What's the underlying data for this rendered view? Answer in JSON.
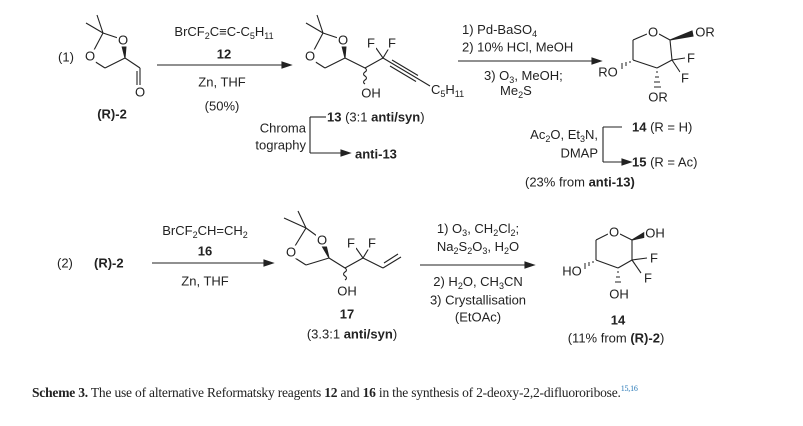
{
  "scheme1": {
    "label": "(1)",
    "start_label": [
      [
        "(R)-2",
        "b"
      ]
    ],
    "reagent": [
      [
        "BrCF",
        ""
      ],
      [
        "2",
        "s"
      ],
      [
        "C≡C-C",
        ""
      ],
      [
        "5",
        "s"
      ],
      [
        "H",
        ""
      ],
      [
        "11",
        "s"
      ]
    ],
    "reagent_number": "12",
    "conditions": "Zn, THF",
    "yield": "(50%)",
    "product_label": [
      [
        "13",
        "b"
      ],
      [
        " (3:1 ",
        ""
      ],
      [
        "anti/syn",
        "b"
      ],
      [
        ")",
        ""
      ]
    ],
    "chromatography": [
      "Chroma",
      "tography"
    ],
    "anti_label": "anti-13",
    "steps": [
      [
        [
          "1) Pd-BaSO",
          ""
        ],
        [
          "4",
          "s"
        ]
      ],
      [
        [
          "2) 10% HCl, MeOH",
          ""
        ]
      ],
      [
        [
          "3) O",
          ""
        ],
        [
          "3",
          "s"
        ],
        [
          ", MeOH;",
          ""
        ]
      ],
      [
        [
          "Me",
          ""
        ],
        [
          "2",
          "s"
        ],
        [
          "S",
          ""
        ]
      ]
    ],
    "acetylation": [
      [
        [
          "Ac",
          ""
        ],
        [
          "2",
          "s"
        ],
        [
          "O, Et",
          ""
        ],
        [
          "3",
          "s"
        ],
        [
          "N,",
          ""
        ]
      ],
      [
        [
          "DMAP",
          ""
        ]
      ]
    ],
    "final_14": [
      [
        "14",
        "b"
      ],
      [
        " (R = H)",
        ""
      ]
    ],
    "final_15": [
      [
        "15",
        "b"
      ],
      [
        " (R = Ac)",
        ""
      ]
    ],
    "overall_yield": [
      [
        "(23% from ",
        ""
      ],
      [
        "anti-13)",
        "b"
      ]
    ]
  },
  "atoms": {
    "aldehyde_2": [
      "O",
      "O",
      "O"
    ],
    "alkyne_13": [
      "O",
      "O",
      "F",
      "F",
      "OH"
    ],
    "alkyne_13_chain": [
      [
        "C",
        ""
      ],
      [
        "5",
        "s"
      ],
      [
        "H",
        ""
      ],
      [
        "11",
        "s"
      ]
    ],
    "pyranose_14_15": [
      "O",
      "OR",
      "F",
      "F",
      "RO",
      "OR"
    ],
    "alkene_17": [
      "O",
      "O",
      "F",
      "F",
      "OH"
    ],
    "pyranose_14": [
      "O",
      "OH",
      "F",
      "F",
      "HO",
      "OH"
    ]
  },
  "scheme2": {
    "label": "(2)",
    "start_label": [
      [
        "(R)-2",
        "b"
      ]
    ],
    "reagent": [
      [
        "BrCF",
        ""
      ],
      [
        "2",
        "s"
      ],
      [
        "CH=CH",
        ""
      ],
      [
        "2",
        "s"
      ]
    ],
    "reagent_number": "16",
    "conditions": "Zn, THF",
    "product_number": "17",
    "ratio": [
      [
        "(3.3:1 ",
        ""
      ],
      [
        "anti/syn",
        "b"
      ],
      [
        ")",
        ""
      ]
    ],
    "steps": [
      [
        [
          "1) O",
          ""
        ],
        [
          "3",
          "s"
        ],
        [
          ", CH",
          ""
        ],
        [
          "2",
          "s"
        ],
        [
          "Cl",
          ""
        ],
        [
          "2",
          "s"
        ],
        [
          ";",
          ""
        ]
      ],
      [
        [
          "Na",
          ""
        ],
        [
          "2",
          "s"
        ],
        [
          "S",
          ""
        ],
        [
          "2",
          "s"
        ],
        [
          "O",
          ""
        ],
        [
          "3",
          "s"
        ],
        [
          ", H",
          ""
        ],
        [
          "2",
          "s"
        ],
        [
          "O",
          ""
        ]
      ],
      [
        [
          "2) H",
          ""
        ],
        [
          "2",
          "s"
        ],
        [
          "O, CH",
          ""
        ],
        [
          "3",
          "s"
        ],
        [
          "CN",
          ""
        ]
      ],
      [
        [
          "3) Crystallisation",
          ""
        ]
      ],
      [
        [
          "(EtOAc)",
          ""
        ]
      ]
    ],
    "final_number": "14",
    "final_yield": [
      [
        "(11% from ",
        ""
      ],
      [
        "(R)-2",
        "b"
      ],
      [
        ")",
        ""
      ]
    ]
  },
  "caption": [
    [
      "Scheme 3.",
      "b"
    ],
    [
      " The use of alternative Reformatsky reagents ",
      ""
    ],
    [
      "12",
      "b"
    ],
    [
      " and ",
      ""
    ],
    [
      "16",
      "b"
    ],
    [
      " in the synthesis of 2-deoxy-2,2-difluororibose.",
      ""
    ],
    [
      "15,16",
      "u"
    ]
  ],
  "colors": {
    "text": "#222222",
    "citation": "#2a7ab8"
  }
}
